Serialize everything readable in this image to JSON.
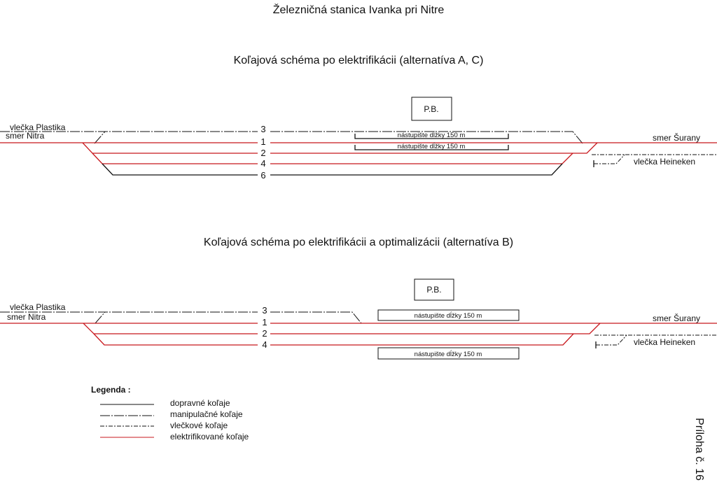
{
  "title": "Železničná stanica Ivanka pri Nitre",
  "schema_ac": {
    "title": "Koľajová schéma po elektrifikácii (alternatíva A, C)",
    "pb": "P.B.",
    "left_siding": "vlečka Plastika",
    "left_dir": "smer Nitra",
    "right_dir": "smer Šurany",
    "right_siding": "vlečka Heineken",
    "tracks": [
      "3",
      "1",
      "2",
      "4",
      "6"
    ],
    "platforms": [
      "nástupište dĺžky 150 m",
      "nástupište dĺžky 150 m"
    ]
  },
  "schema_b": {
    "title": "Koľajová schéma po elektrifikácii a optimalizácii (alternatíva B)",
    "pb": "P.B.",
    "left_siding": "vlečka Plastika",
    "left_dir": "smer Nitra",
    "right_dir": "smer Šurany",
    "right_siding": "vlečka Heineken",
    "tracks": [
      "3",
      "1",
      "2",
      "4"
    ],
    "platforms": [
      "nástupište dĺžky 150 m",
      "nástupište dĺžky 150 m"
    ]
  },
  "legend": {
    "title": "Legenda :",
    "items": [
      "dopravné koľaje",
      "manipulačné koľaje",
      "vlečkové koľaje",
      "elektrifikované koľaje"
    ]
  },
  "annex": "Príloha č. 16",
  "colors": {
    "electrified": "#c8171c",
    "normal": "#111111"
  }
}
